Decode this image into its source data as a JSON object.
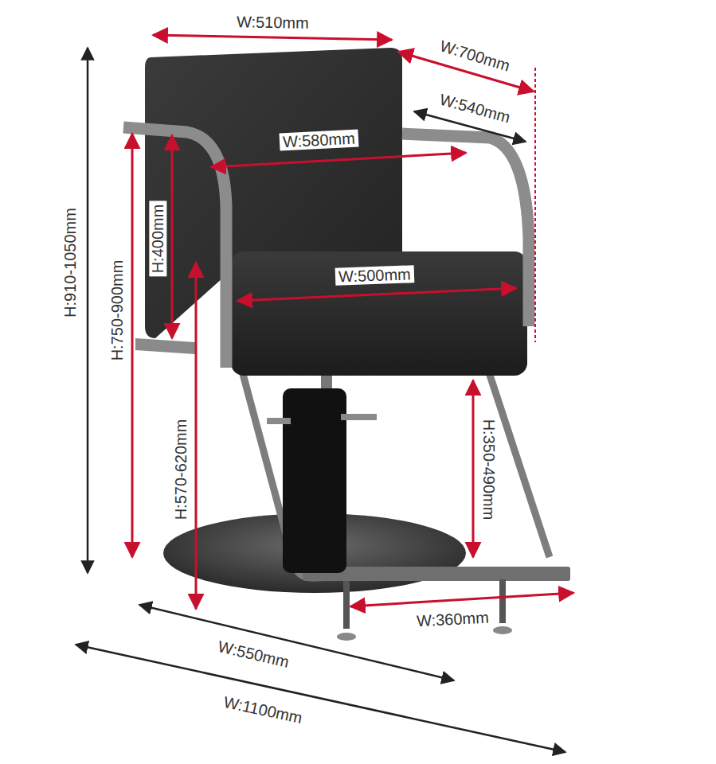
{
  "diagram": {
    "labels": [
      "W:510mm",
      "W:700mm",
      "W:540mm",
      "W:580mm",
      "H:910-1050mm",
      "H:400mm",
      "H:750-900mm",
      "W:500mm",
      "H:570-620mm",
      "H:350-490mm",
      "W:360mm",
      "W:550mm",
      "W:1100mm"
    ]
  }
}
